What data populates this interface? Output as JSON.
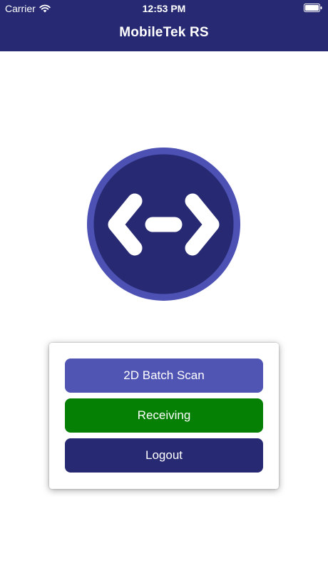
{
  "status_bar": {
    "carrier": "Carrier",
    "time": "12:53 PM",
    "icons": [
      "wifi-icon",
      "battery-icon"
    ]
  },
  "nav": {
    "title": "MobileTek RS"
  },
  "logo": {
    "icon": "code-brackets-logo",
    "outer_color": "#4c51b3",
    "inner_color": "#272a72"
  },
  "menu": {
    "buttons": [
      {
        "label": "2D Batch Scan",
        "color": "#5055b4"
      },
      {
        "label": "Receiving",
        "color": "#058005"
      },
      {
        "label": "Logout",
        "color": "#272a72"
      }
    ]
  },
  "colors": {
    "header": "#272a72",
    "background": "#ffffff"
  }
}
